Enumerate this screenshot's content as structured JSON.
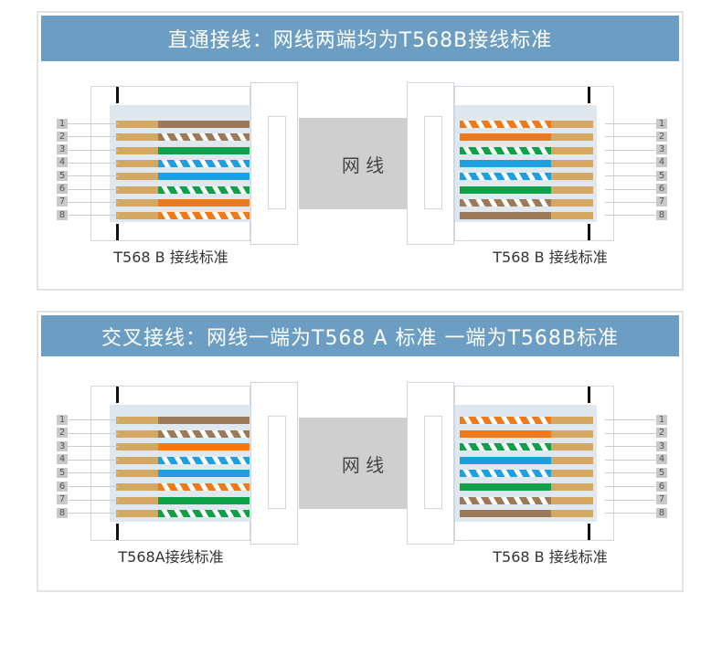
{
  "panels": [
    {
      "title": "直通接线：网线两端均为T568B接线标准",
      "cable": "网 线",
      "left": {
        "label": "T568 B 接线标准",
        "wires": [
          [
            "#9b7a5a",
            0
          ],
          [
            "#9b7a5a",
            1
          ],
          [
            "#11a04a",
            0
          ],
          [
            "#1ea0e0",
            1
          ],
          [
            "#1ea0e0",
            0
          ],
          [
            "#11a04a",
            1
          ],
          [
            "#f07a1a",
            0
          ],
          [
            "#f07a1a",
            1
          ]
        ]
      },
      "right": {
        "label": "T568 B 接线标准",
        "wires": [
          [
            "#f07a1a",
            1
          ],
          [
            "#f07a1a",
            0
          ],
          [
            "#11a04a",
            1
          ],
          [
            "#1ea0e0",
            0
          ],
          [
            "#1ea0e0",
            1
          ],
          [
            "#11a04a",
            0
          ],
          [
            "#9b7a5a",
            1
          ],
          [
            "#9b7a5a",
            0
          ]
        ]
      }
    },
    {
      "title": "交叉接线：网线一端为T568 A 标准 一端为T568B标准",
      "cable": "网 线",
      "left": {
        "label": "T568A接线标准",
        "wires": [
          [
            "#9b7a5a",
            0
          ],
          [
            "#9b7a5a",
            1
          ],
          [
            "#f07a1a",
            0
          ],
          [
            "#1ea0e0",
            1
          ],
          [
            "#1ea0e0",
            0
          ],
          [
            "#f07a1a",
            1
          ],
          [
            "#11a04a",
            0
          ],
          [
            "#11a04a",
            1
          ]
        ]
      },
      "right": {
        "label": "T568 B 接线标准",
        "wires": [
          [
            "#f07a1a",
            1
          ],
          [
            "#f07a1a",
            0
          ],
          [
            "#11a04a",
            1
          ],
          [
            "#1ea0e0",
            0
          ],
          [
            "#1ea0e0",
            1
          ],
          [
            "#11a04a",
            0
          ],
          [
            "#9b7a5a",
            1
          ],
          [
            "#9b7a5a",
            0
          ]
        ]
      }
    }
  ],
  "pins": [
    "1",
    "2",
    "3",
    "4",
    "5",
    "6",
    "7",
    "8"
  ]
}
